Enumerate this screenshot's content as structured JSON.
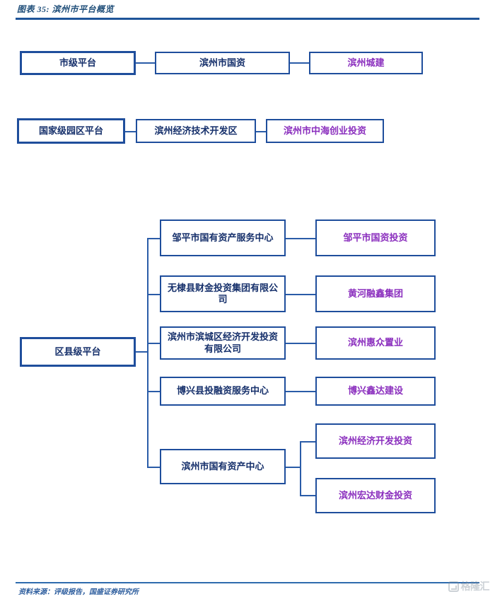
{
  "header": {
    "title": "图表 35: 滨州市平台概览"
  },
  "footer": {
    "source": "资料来源：评级报告，国盛证券研究所"
  },
  "watermark": {
    "text": "格隆汇",
    "icon": "gelonghui-logo-icon"
  },
  "colors": {
    "border": "#1F4E9C",
    "connector": "#2A5CA8",
    "text_navy": "#16306B",
    "text_purple": "#8B2FBE",
    "rule_top": "#1F5599",
    "rule_bottom": "#2E6BAE",
    "title": "#1F4E79"
  },
  "diagram": {
    "type": "org-hierarchy",
    "tiers": [
      {
        "id": "city",
        "label": "市级平台",
        "mid": [
          {
            "label": "滨州市国资",
            "leaves": [
              "滨州城建"
            ]
          }
        ]
      },
      {
        "id": "national-park",
        "label": "国家级园区平台",
        "mid": [
          {
            "label": "滨州经济技术开发区",
            "leaves": [
              "滨州市中海创业投资"
            ]
          }
        ]
      },
      {
        "id": "district-county",
        "label": "区县级平台",
        "mid": [
          {
            "label": "邹平市国有资产服务中心",
            "leaves": [
              "邹平市国资投资"
            ]
          },
          {
            "label": "无棣县财金投资集团有限公司",
            "leaves": [
              "黄河融鑫集团"
            ]
          },
          {
            "label": "滨州市滨城区经济开发投资有限公司",
            "leaves": [
              "滨州惠众置业"
            ]
          },
          {
            "label": "博兴县投融资服务中心",
            "leaves": [
              "博兴鑫达建设"
            ]
          },
          {
            "label": "滨州市国有资产中心",
            "leaves": [
              "滨州经济开发投资",
              "滨州宏达财金投资"
            ]
          }
        ]
      }
    ]
  }
}
